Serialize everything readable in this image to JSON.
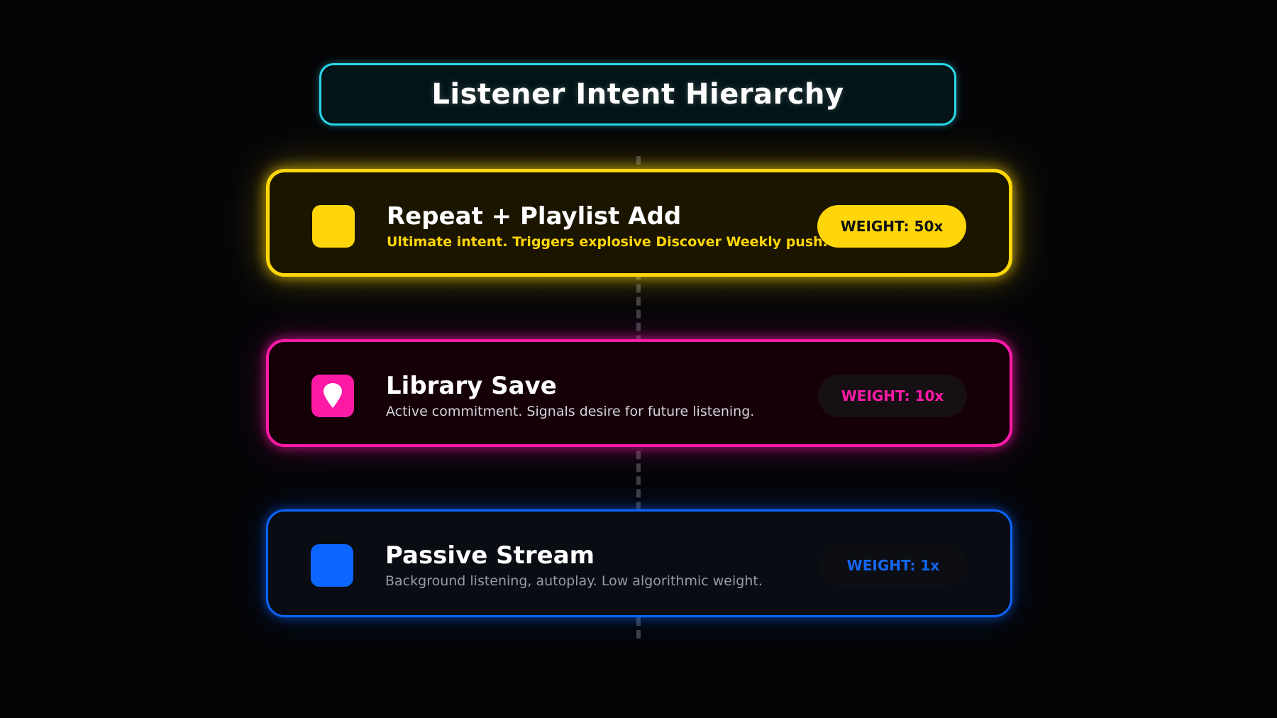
{
  "title": "Listener Intent Hierarchy",
  "tiers": [
    {
      "title": "Repeat + Playlist Add",
      "description": "Ultimate intent. Triggers explosive Discover Weekly push.",
      "weight": "WEIGHT: 50x",
      "color": "#ffd60a",
      "icon": "square-icon"
    },
    {
      "title": "Library Save",
      "description": "Active commitment. Signals desire for future listening.",
      "weight": "WEIGHT: 10x",
      "color": "#ff1aa6",
      "icon": "location-pin-icon"
    },
    {
      "title": "Passive Stream",
      "description": "Background listening, autoplay. Low algorithmic weight.",
      "weight": "WEIGHT: 1x",
      "color": "#0a66ff",
      "icon": "square-icon"
    }
  ]
}
